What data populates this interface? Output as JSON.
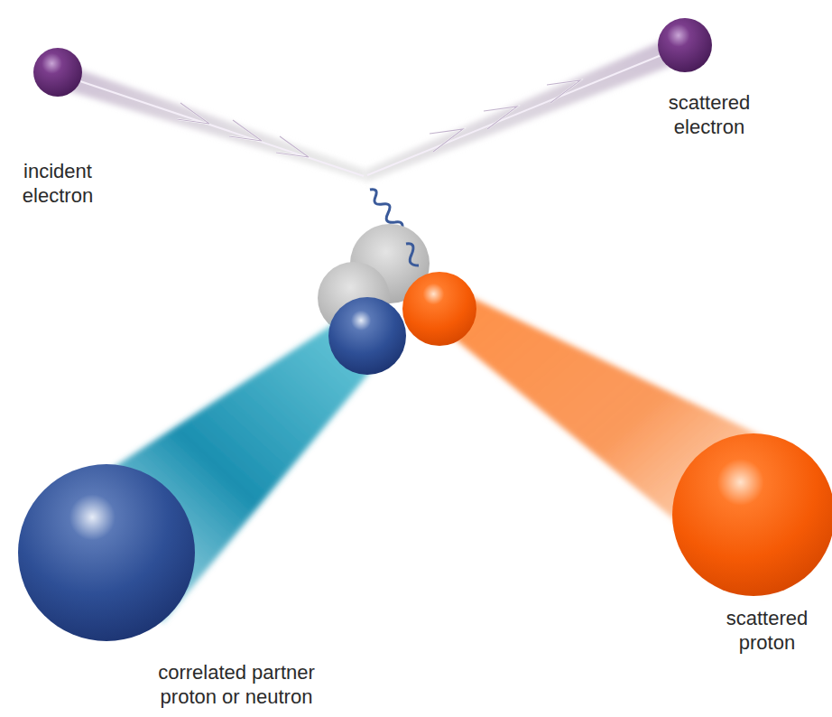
{
  "diagram": {
    "labels": [
      "incident electron",
      "scattered electron",
      "correlated partner proton or neutron",
      "scattered proton"
    ]
  }
}
